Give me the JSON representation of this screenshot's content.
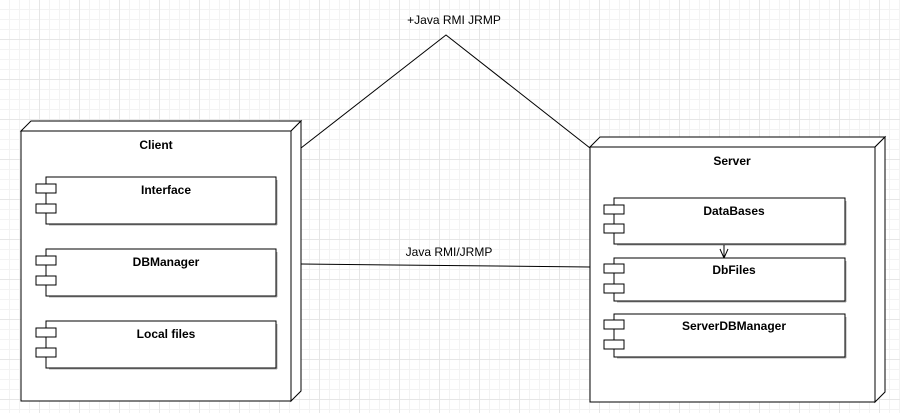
{
  "edges": {
    "top_label": "+Java RMI JRMP",
    "middle_label": "Java RMI/JRMP"
  },
  "client": {
    "title": "Client",
    "components": {
      "interface": "Interface",
      "dbmanager": "DBManager",
      "local_files": "Local files"
    }
  },
  "server": {
    "title": "Server",
    "components": {
      "databases": "DataBases",
      "dbfiles": "DbFiles",
      "serverdbmanager": "ServerDBManager"
    }
  }
}
